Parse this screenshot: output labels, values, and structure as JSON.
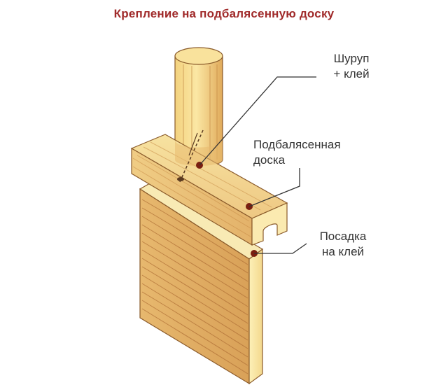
{
  "title": "Крепление на подбалясенную доску",
  "labels": {
    "screw": [
      "Шуруп",
      "+ клей"
    ],
    "board": [
      "Подбалясенная",
      "доска"
    ],
    "fit": [
      "Посадка",
      "на клей"
    ]
  },
  "colors": {
    "title": "#a02a2a",
    "wood_light": "#f6e49a",
    "wood_mid": "#ecc77a",
    "wood_dark": "#c9904a",
    "grain": "#b77a3a",
    "outline": "#8a5a2a",
    "leader": "#333333",
    "dot": "#7a1e10"
  }
}
